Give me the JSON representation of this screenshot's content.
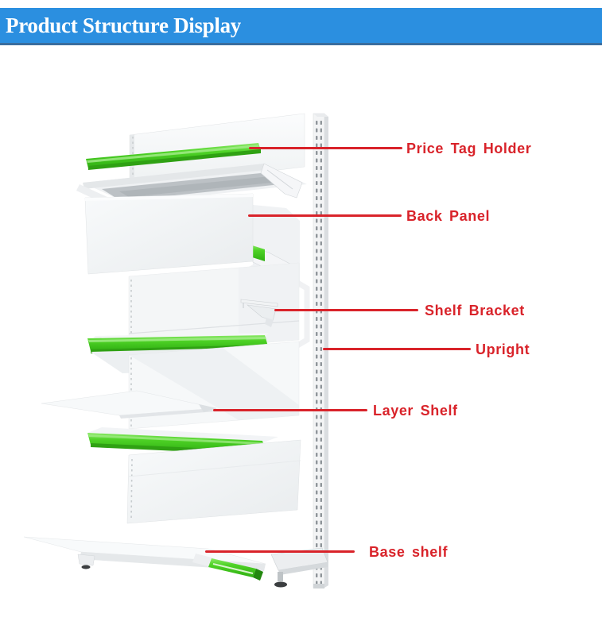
{
  "header": {
    "title": "Product Structure Display",
    "bg_color": "#2B8FE0",
    "border_color": "#3A6D9E",
    "text_color": "#FFFFFF"
  },
  "diagram": {
    "description": "Exploded view illustration of a supermarket gondola shelving unit with red leader lines naming each part",
    "leader_color": "#D9232A",
    "accent_green": "#3FC91E",
    "structure_color": "#F4F5F6",
    "labels": [
      {
        "part": "price-tag-holder",
        "text": "Price Tag Holder"
      },
      {
        "part": "back-panel",
        "text": "Back Panel"
      },
      {
        "part": "shelf-bracket",
        "text": "Shelf Bracket"
      },
      {
        "part": "upright",
        "text": "Upright"
      },
      {
        "part": "layer-shelf",
        "text": "Layer Shelf"
      },
      {
        "part": "base-shelf",
        "text": "Base shelf"
      }
    ]
  }
}
